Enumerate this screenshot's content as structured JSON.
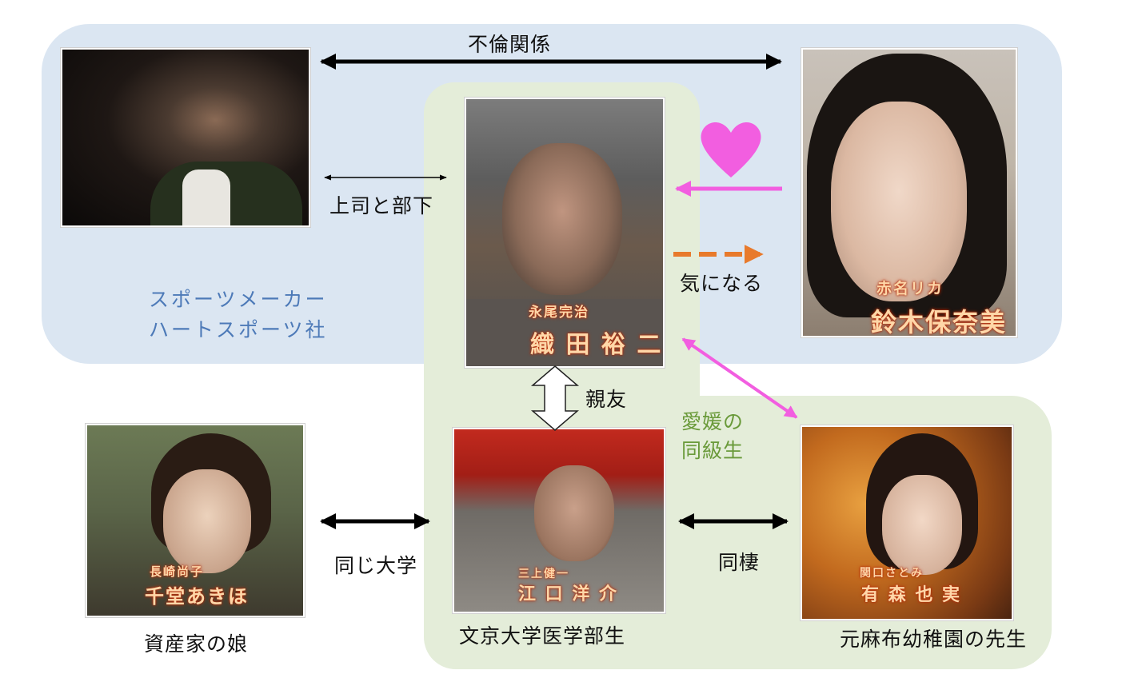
{
  "relations": {
    "affair": "不倫関係",
    "boss_subordinate": "上司と部下",
    "curious": "気になる",
    "best_friend": "親友",
    "same_university": "同じ大学",
    "cohabit": "同棲"
  },
  "groups": {
    "company": "スポーツメーカー\nハートスポーツ社",
    "classmates": "愛媛の\n同級生"
  },
  "people": {
    "boss": {
      "caption_small": "",
      "caption_large": ""
    },
    "nagao": {
      "caption_small": "永尾完治",
      "caption_large": "織 田 裕 二"
    },
    "rika": {
      "caption_small": "赤名リカ",
      "caption_large": "鈴木保奈美"
    },
    "nagasaki": {
      "caption_small": "長崎尚子",
      "caption_large": "千堂あきほ",
      "description": "資産家の娘"
    },
    "mikami": {
      "caption_small": "三上健一",
      "caption_large": "江 口 洋 介",
      "description": "文京大学医学部生"
    },
    "sekiguchi": {
      "caption_small": "関口さとみ",
      "caption_large": "有 森 也 実",
      "description": "元麻布幼稚園の先生"
    }
  },
  "colors": {
    "company_region": "#dbe6f2",
    "classmates_region": "#e4edd9",
    "love_arrow": "#f25ee0",
    "curious_arrow": "#e87a2c",
    "company_text": "#4d7ab8",
    "classmates_text": "#6a9a3a"
  }
}
